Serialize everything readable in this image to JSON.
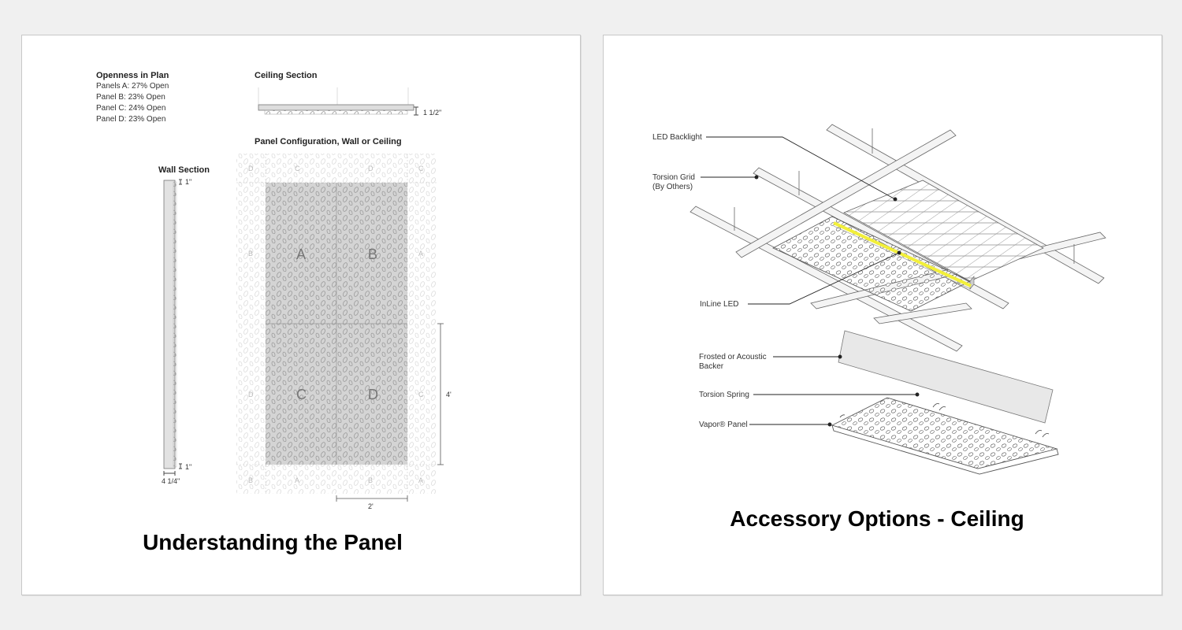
{
  "left": {
    "caption": "Understanding the Panel",
    "openness": {
      "title": "Openness in Plan",
      "lines": [
        "Panels A: 27% Open",
        "Panel B: 23% Open",
        "Panel C: 24% Open",
        "Panel D: 23% Open"
      ]
    },
    "ceiling_section": {
      "title": "Ceiling Section",
      "dimension": "1 1/2\""
    },
    "wall_section": {
      "title": "Wall Section",
      "dim_top": "1\"",
      "dim_bottom": "1\"",
      "dim_width": "4 1/4\""
    },
    "panel_config": {
      "title": "Panel Configuration, Wall or Ceiling",
      "panels": [
        "A",
        "B",
        "C",
        "D"
      ],
      "ghost_top": [
        "D",
        "C",
        "D",
        "C"
      ],
      "ghost_mid_left": "B",
      "ghost_mid_right": "A",
      "ghost_low_left": "D",
      "ghost_low_right": "C",
      "ghost_bottom": [
        "B",
        "A",
        "B",
        "A"
      ],
      "dim_height": "4'",
      "dim_width": "2'"
    }
  },
  "right": {
    "caption": "Accessory Options - Ceiling",
    "labels": {
      "led_backlight": "LED Backlight",
      "torsion_grid_1": "Torsion Grid",
      "torsion_grid_2": "(By Others)",
      "inline_led": "InLine LED",
      "backer_1": "Frosted or Acoustic",
      "backer_2": "Backer",
      "torsion_spring": "Torsion Spring",
      "vapor_panel": "Vapor® Panel"
    },
    "colors": {
      "led": "#f2ef3a"
    }
  }
}
